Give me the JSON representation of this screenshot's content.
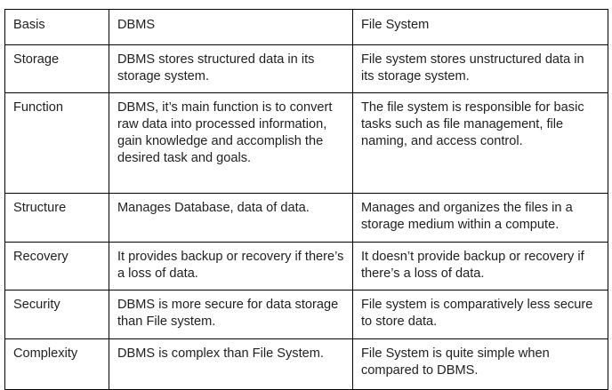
{
  "table": {
    "header": [
      "Basis",
      "DBMS",
      "File System"
    ],
    "rows": [
      {
        "basis": "Storage",
        "dbms": "DBMS stores structured data in its storage system.",
        "file_system": "File system stores unstructured data in its storage system."
      },
      {
        "basis": "Function",
        "dbms": "DBMS, it’s main function is to convert raw data into processed information, gain knowledge and accomplish the desired task and goals.",
        "file_system": "The file system is responsible for basic tasks such as file management, file naming, and access control."
      },
      {
        "basis": "Structure",
        "dbms": "Manages Database, data of data.",
        "file_system": "Manages and organizes the files in a storage medium within a compute."
      },
      {
        "basis": "Recovery",
        "dbms": "It provides backup or recovery if there’s a loss of data.",
        "file_system": "It doesn’t provide backup or recovery if there’s a loss of data."
      },
      {
        "basis": "Security",
        "dbms": "DBMS is more secure for data storage than File system.",
        "file_system": "File system is comparatively less secure to store data."
      },
      {
        "basis": "Complexity",
        "dbms": "DBMS is complex than File System.",
        "file_system": "File System is quite simple when compared to DBMS."
      }
    ]
  }
}
